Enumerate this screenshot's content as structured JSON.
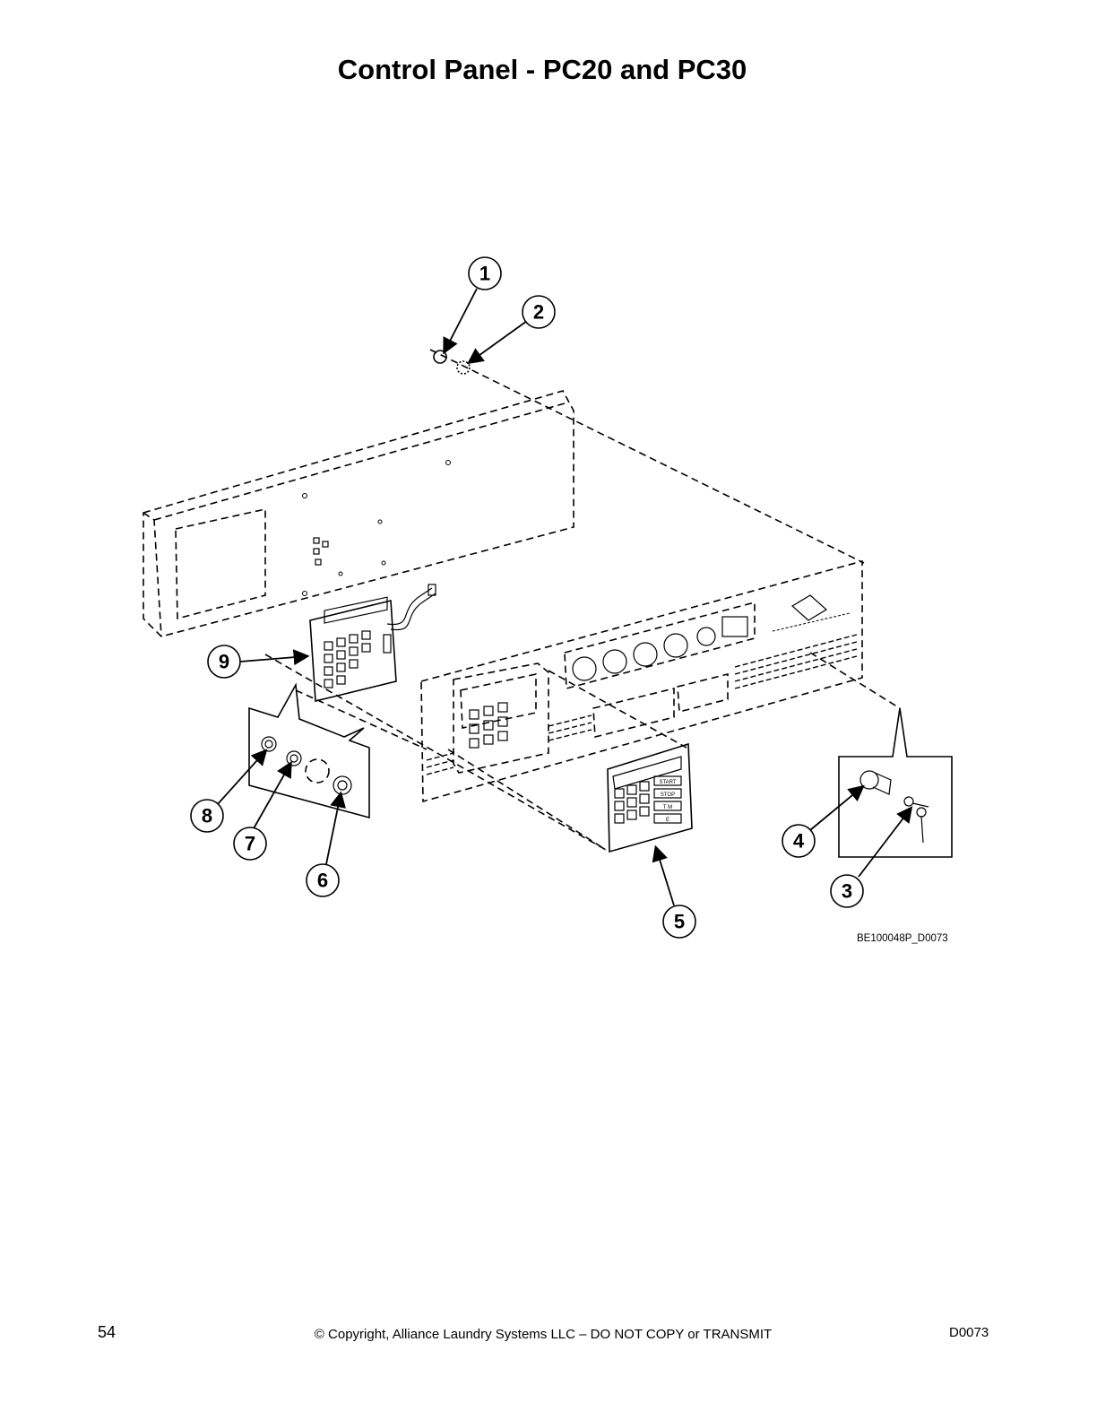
{
  "page": {
    "title": "Control Panel - PC20 and PC30",
    "diagram_code": "BE100048P_D0073",
    "footer": {
      "page_number": "54",
      "copyright": "© Copyright, Alliance Laundry Systems LLC – DO NOT COPY or TRANSMIT",
      "doc_code": "D0073"
    }
  },
  "callouts": [
    "1",
    "2",
    "3",
    "4",
    "5",
    "6",
    "7",
    "8",
    "9"
  ],
  "keypad_labels": {
    "start": "START",
    "stop": "STOP",
    "t_mode": "T M",
    "enter": "E"
  }
}
